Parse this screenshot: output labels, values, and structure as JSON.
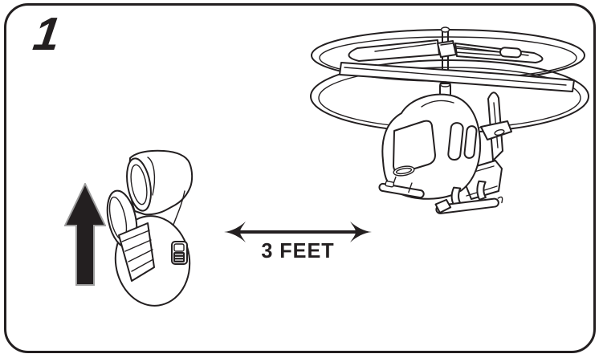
{
  "figure": {
    "step_number": "1",
    "distance_label": "3 FEET"
  },
  "colors": {
    "ink": "#231f20",
    "paper": "#ffffff",
    "up_arrow_fill": "#231f20",
    "up_arrow_outline": "#9d9d9d"
  },
  "icons": {
    "up_arrow": "solid up arrow (raise control / lift off)",
    "distance_arrow": "double-headed horizontal distance arrow"
  },
  "illustrations": {
    "remote_control": "hand-held remote controller, side view line art with control knobs and side slider switch",
    "helicopter": "coaxial twin-rotor toy helicopter hovering, line art with flybar, cockpit windows, nose badge, tail fin and landing skids"
  }
}
